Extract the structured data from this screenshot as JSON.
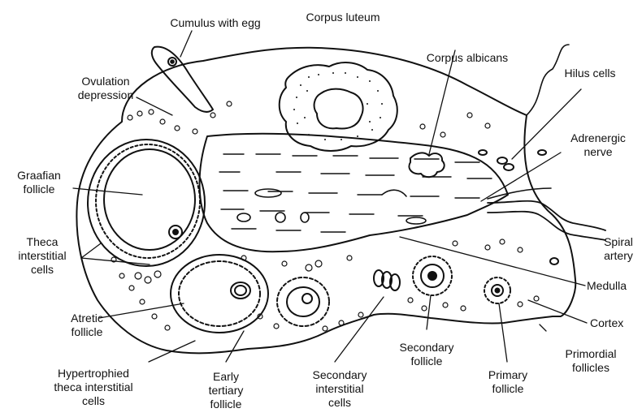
{
  "labels": {
    "cumulus_with_egg": "Cumulus with egg",
    "corpus_luteum": "Corpus luteum",
    "corpus_albicans": "Corpus albicans",
    "hilus_cells": "Hilus cells",
    "ovulation_depression": "Ovulation\ndepression",
    "adrenergic_nerve": "Adrenergic\nnerve",
    "graafian_follicle": "Graafian\nfollicle",
    "theca_interstitial_cells": "Theca\ninterstitial\ncells",
    "spiral_artery": "Spiral\nartery",
    "medulla": "Medulla",
    "atretic_follicle": "Atretic\nfollicle",
    "cortex": "Cortex",
    "primordial_follicles": "Primordial\nfollicles",
    "secondary_follicle": "Secondary\nfollicle",
    "primary_follicle": "Primary\nfollicle",
    "hypertrophied_theca_interstitial_cells": "Hypertrophied\ntheca interstitial\ncells",
    "early_tertiary_follicle": "Early\ntertiary\nfollicle",
    "secondary_interstitial_cells": "Secondary\ninterstitial\ncells"
  }
}
